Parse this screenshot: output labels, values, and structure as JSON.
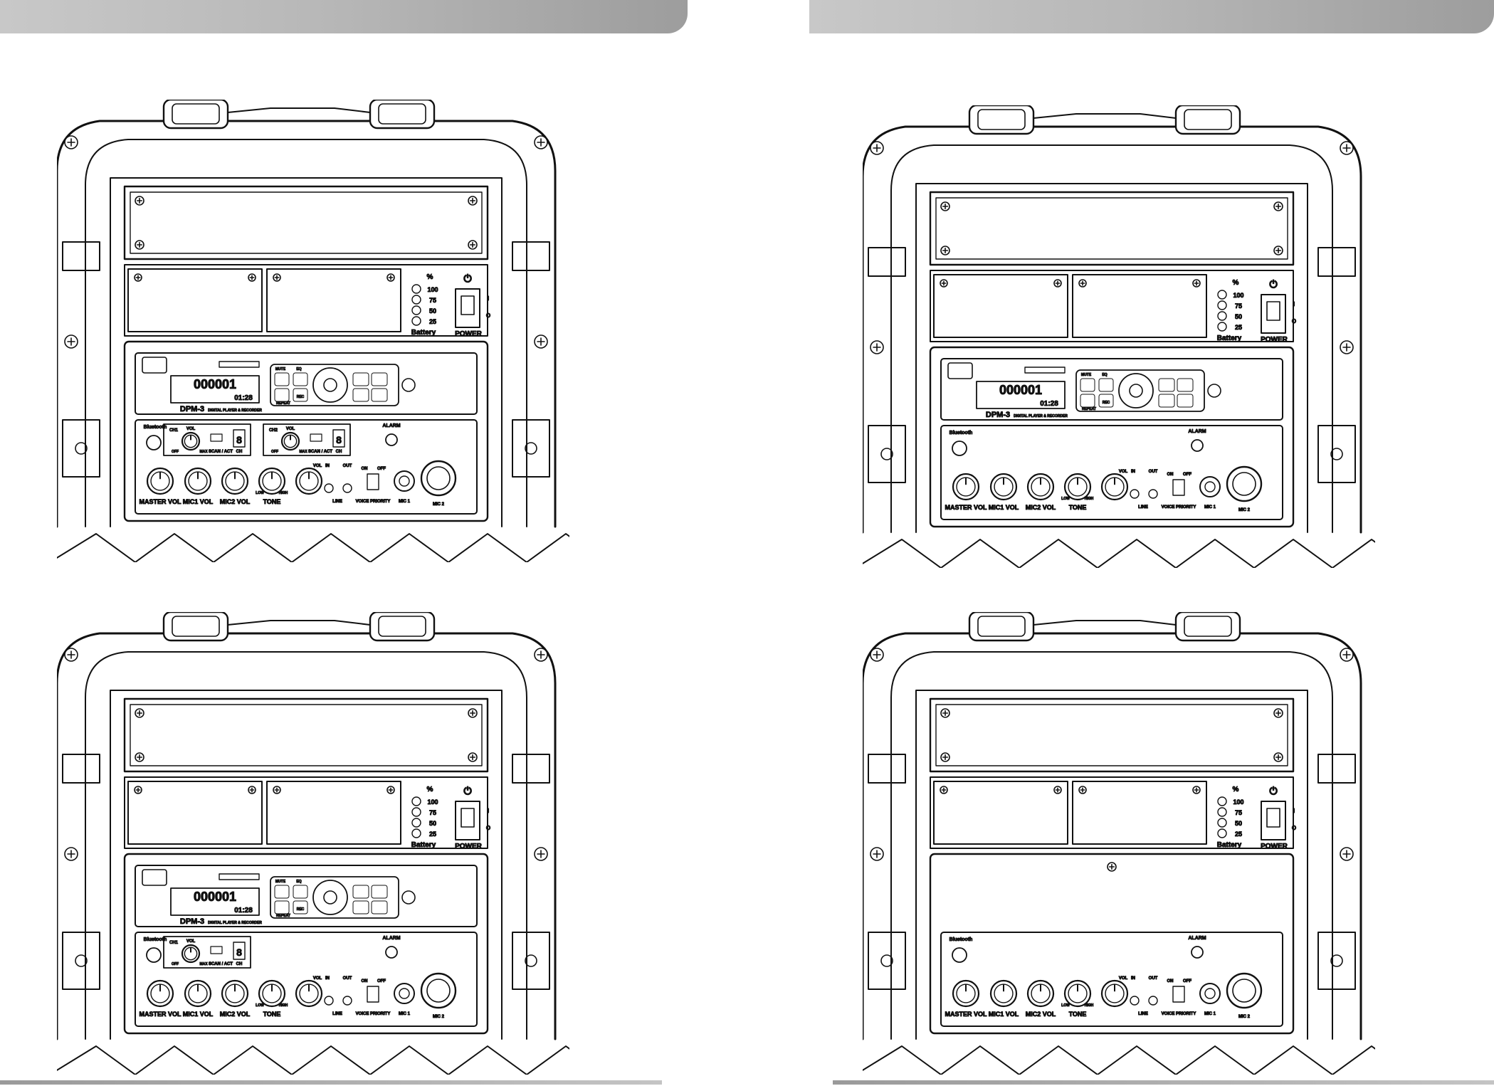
{
  "panel_labels": {
    "battery_percent": "%",
    "battery_levels": [
      "100",
      "75",
      "50",
      "25"
    ],
    "battery": "Battery",
    "power": "POWER",
    "power_on": "I",
    "power_off": "O",
    "bluetooth": "Bluetooth",
    "alarm": "ALARM",
    "knobs": [
      "MASTER VOL",
      "MIC1 VOL",
      "MIC2 VOL",
      "TONE"
    ],
    "tone_low": "LOW",
    "tone_high": "HIGH",
    "line_vol": "VOL",
    "line_in": "IN",
    "line_out": "OUT",
    "line": "LINE",
    "priority_on": "ON",
    "priority_off": "OFF",
    "voice_priority": "VOICE PRIORITY",
    "mic1": "MIC 1",
    "mic2": "MIC 2",
    "receiver_vol": "VOL",
    "receiver_off": "OFF",
    "receiver_max": "MAX",
    "scan_act": "SCAN / ACT",
    "ch": "CH",
    "ch1": "CH1",
    "ch2": "CH2",
    "ch_digit": "8",
    "player_model": "DPM-3",
    "player_subtitle": "DIGITAL PLAYER & RECORDER",
    "player_counter": "000001",
    "player_time": "01:28",
    "mute": "MUTE",
    "eq": "EQ",
    "repeat": "REPEAT",
    "rec": "REC"
  },
  "figures": [
    {
      "id": "top-left",
      "player": true,
      "receivers": 2
    },
    {
      "id": "top-right",
      "player": true,
      "receivers": 0
    },
    {
      "id": "bottom-left",
      "player": true,
      "receivers": 1
    },
    {
      "id": "bottom-right",
      "player": false,
      "receivers": 0
    }
  ]
}
